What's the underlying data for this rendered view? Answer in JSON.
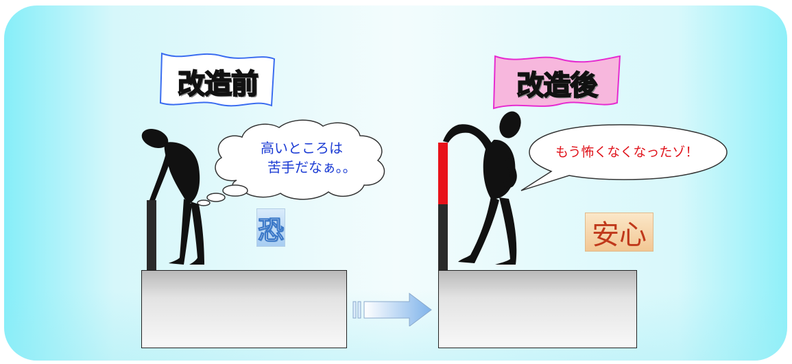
{
  "before": {
    "flag_label": "改造前",
    "thought_line1": "高いところは",
    "thought_line2": "苦手だなぁ。。",
    "kanji": "恐",
    "colors": {
      "flag_border": "#3a6cf0",
      "flag_fill": "#ffffff",
      "text": "#1c3cd4",
      "rail": "#2a2a2a"
    }
  },
  "after": {
    "flag_label": "改造後",
    "speech": "もう怖くなくなったゾ！",
    "kanji": "安心",
    "colors": {
      "flag_border": "#e62bd0",
      "flag_fill": "#f7b7dd",
      "text": "#e0141c",
      "rail_top": "#e8121a",
      "rail_bottom": "#2a2a2a",
      "kanji_text": "#c0391b",
      "kanji_bg": "#f8d7a4"
    }
  },
  "arrow": {
    "direction": "right",
    "color": "#7fb3ea"
  }
}
